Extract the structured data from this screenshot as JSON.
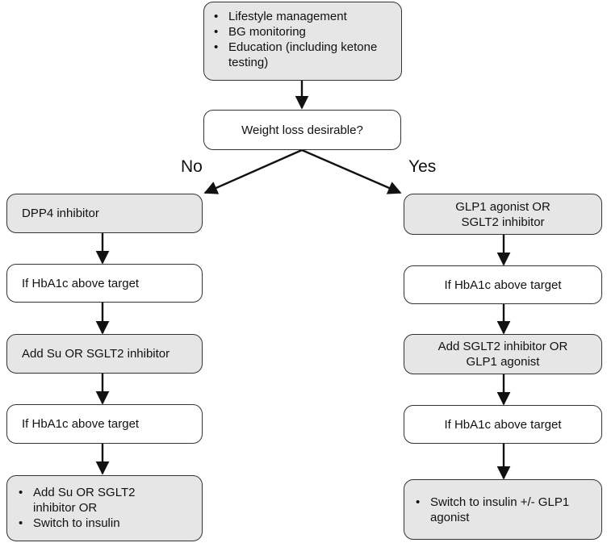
{
  "top_box": {
    "bullets": [
      "Lifestyle management",
      "BG monitoring",
      "Education (including ketone testing)"
    ]
  },
  "question": "Weight loss desirable?",
  "no_label": "No",
  "yes_label": "Yes",
  "left": {
    "step1": "DPP4 inhibitor",
    "step2": "If HbA1c above target",
    "step3": "Add Su OR SGLT2 inhibitor",
    "step4": "If HbA1c above target",
    "step5_bullets": [
      "Add Su OR SGLT2 inhibitor OR",
      "Switch to insulin"
    ]
  },
  "right": {
    "step1": "GLP1 agonist OR SGLT2 inhibitor",
    "step2": "If HbA1c above target",
    "step3": "Add SGLT2 inhibitor OR GLP1 agonist",
    "step4": "If HbA1c above target",
    "step5_bullets": [
      "Switch to insulin +/- GLP1 agonist"
    ]
  }
}
